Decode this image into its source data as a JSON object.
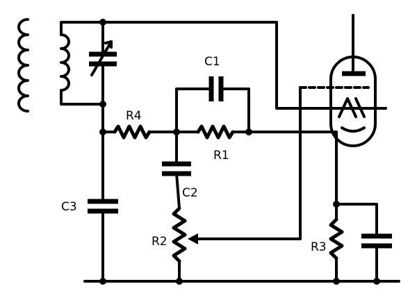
{
  "labels": {
    "c1": "C1",
    "c2": "C2",
    "c3": "C3",
    "r1": "R1",
    "r2": "R2",
    "r3": "R3",
    "r4": "R4"
  }
}
